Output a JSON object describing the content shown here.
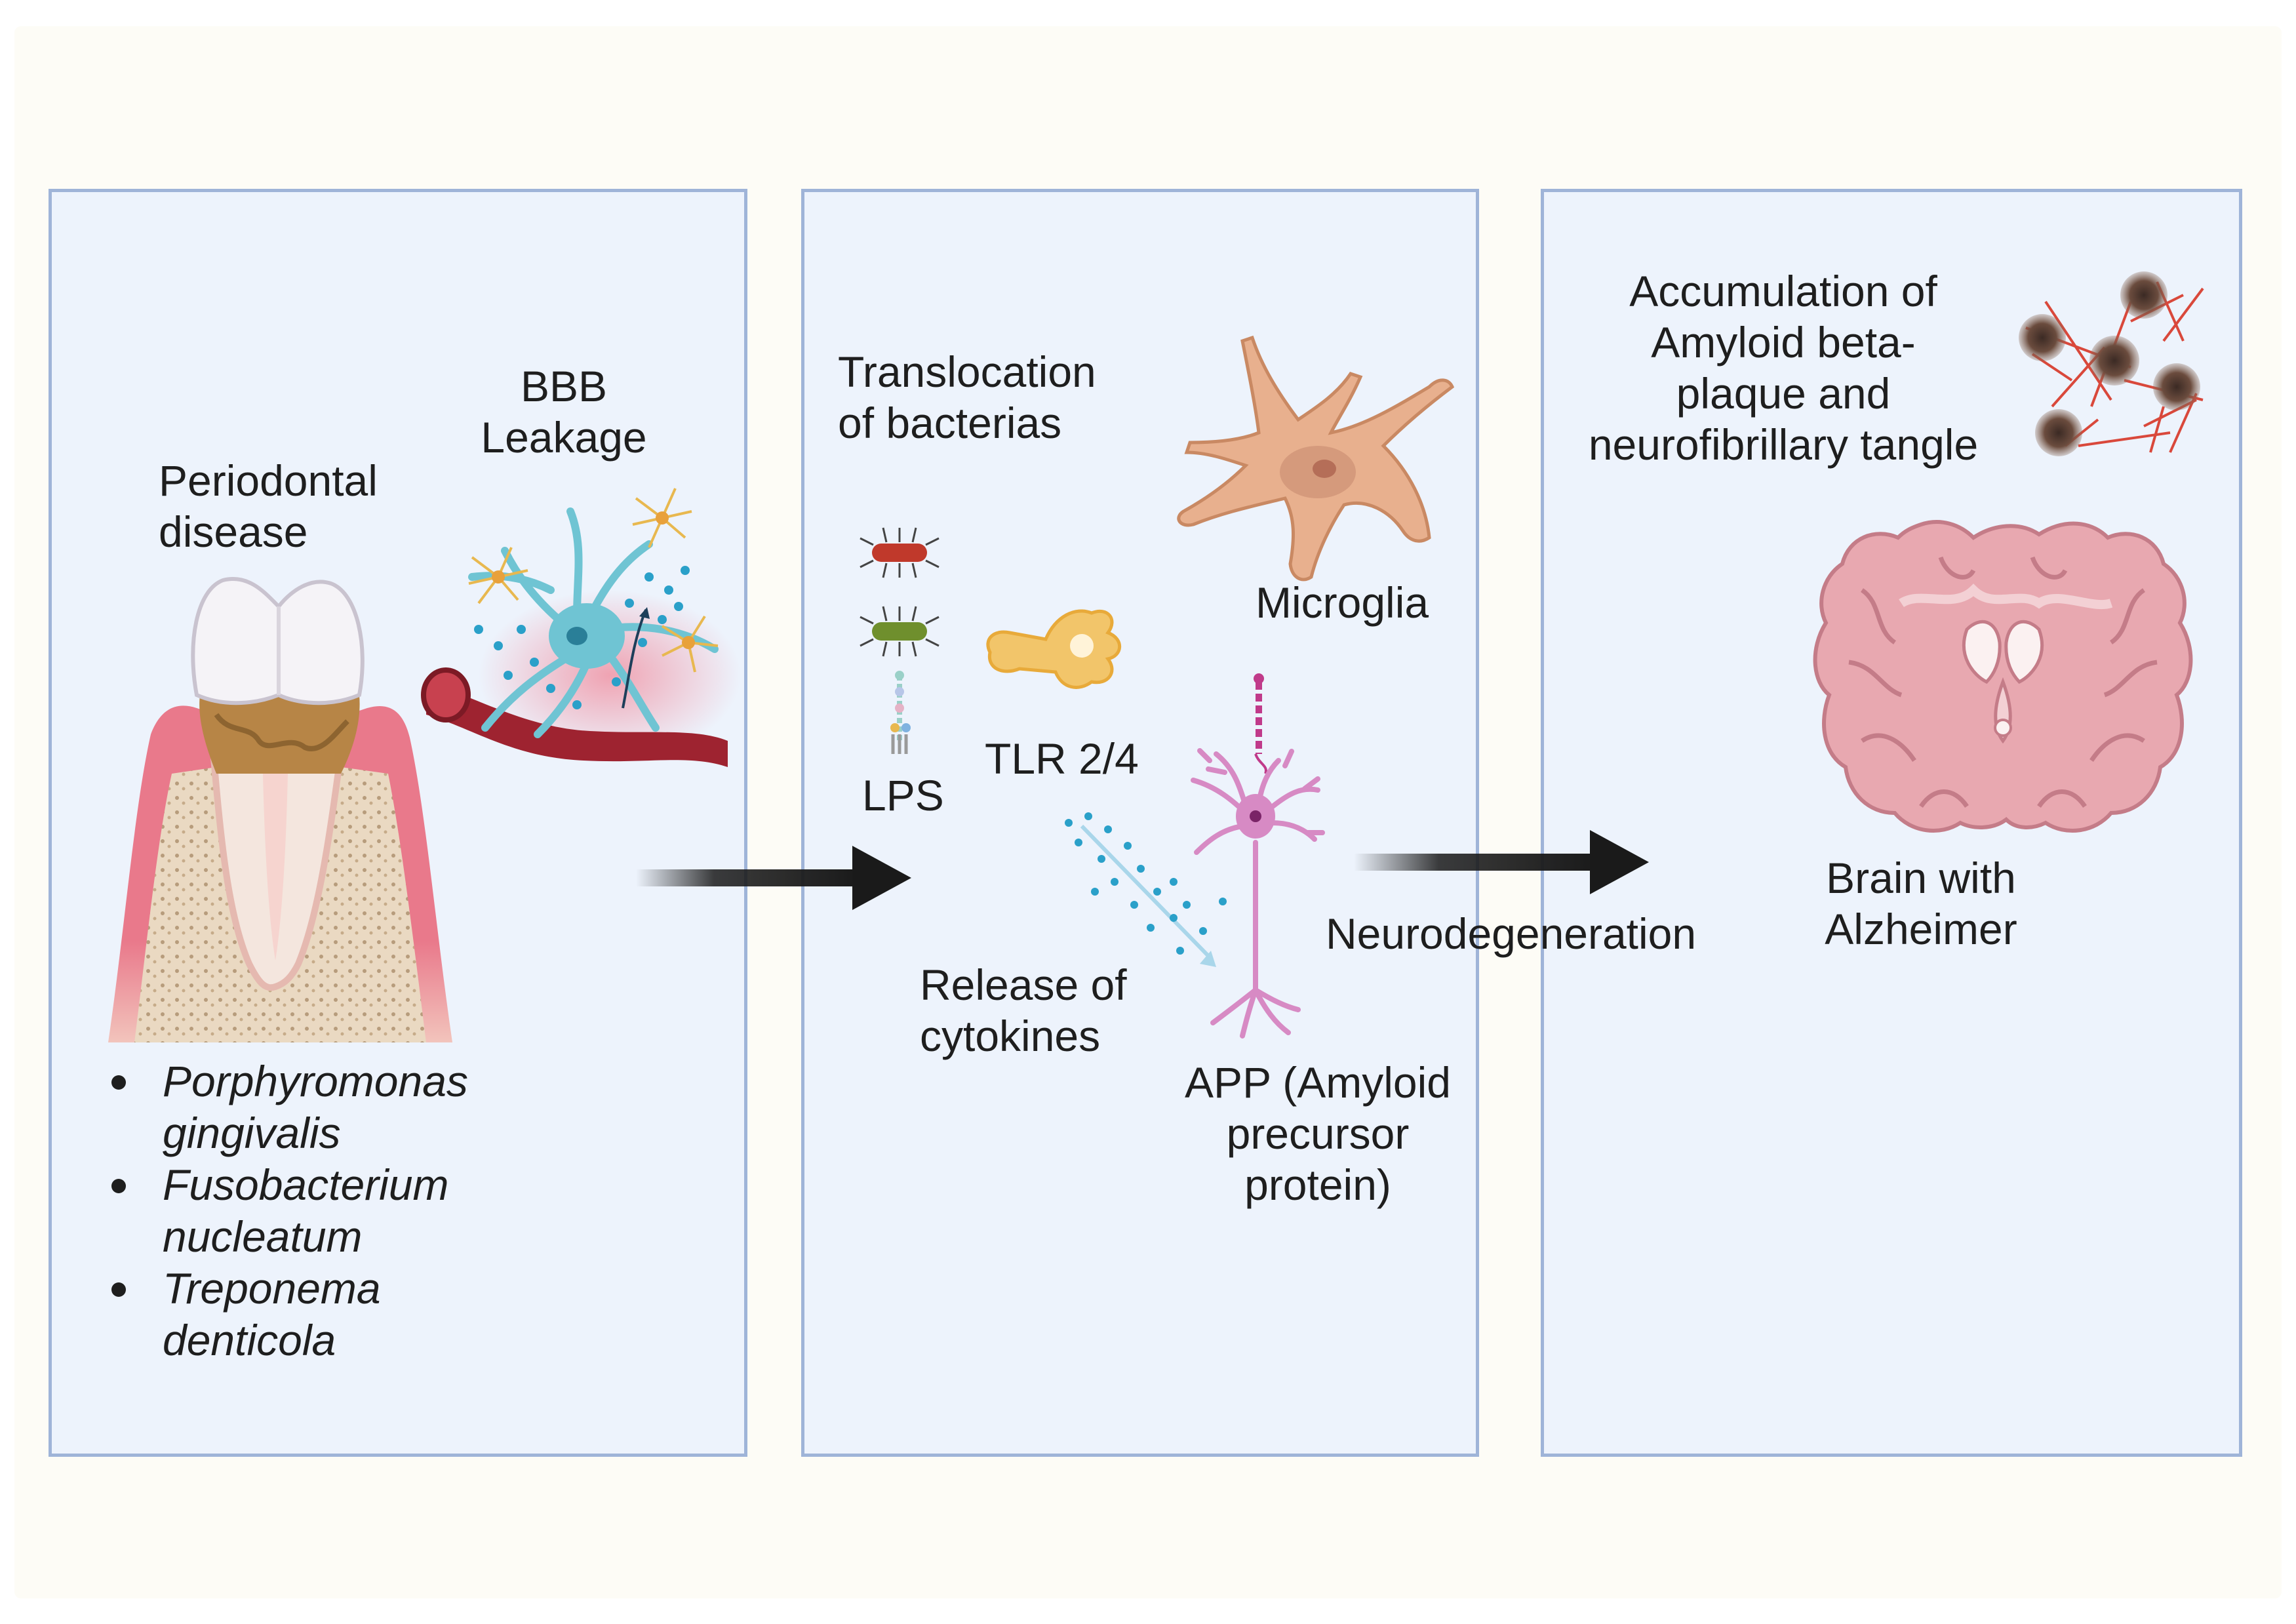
{
  "panels": {
    "p1": {
      "periodontal_label": "Periodontal\ndisease",
      "bbb_label": "BBB\nLeakage",
      "species": [
        "Porphyromonas\ngingivalis",
        "Fusobacterium\nnucleatum",
        "Treponema\ndenticola"
      ]
    },
    "p2": {
      "translocation_label": "Translocation\nof bacterias",
      "microglia_label": "Microglia",
      "lps_label": "LPS",
      "tlr_label": "TLR 2/4",
      "cytokines_label": "Release of\ncytokines",
      "app_label": "APP (Amyloid\nprecursor\nprotein)"
    },
    "p3": {
      "accumulation_label": "Accumulation of\nAmyloid beta-\nplaque and\nneurofibrillary tangle",
      "brain_label": "Brain with\nAlzheimer"
    }
  },
  "arrows": {
    "second_label": "Neurodegeneration"
  },
  "colors": {
    "panel_fill": "#edf3fc",
    "panel_border": "#9fb4d8",
    "gum": "#e9798b",
    "bone": "#ead9c2",
    "tartar": "#b78546",
    "vessel": "#9e2330",
    "astrocyte": "#6fc4d3",
    "microglia": "#e8b08e",
    "neuron": "#d78ac4",
    "brain": "#e8a8b0",
    "cytokine": "#2aa0c9",
    "arrow": "#1a1a1a"
  }
}
